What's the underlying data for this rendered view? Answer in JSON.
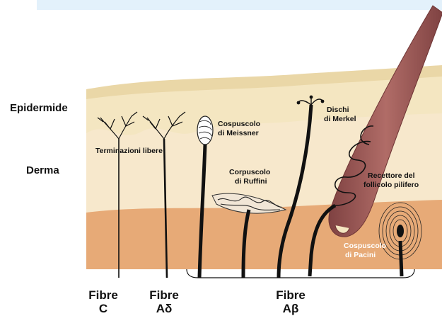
{
  "labels": {
    "epidermide": "Epidermide",
    "derma": "Derma",
    "terminazioni": "Terminazioni libere",
    "meissner_1": "Cospuscolo",
    "meissner_2": "di Meissner",
    "ruffini_1": "Corpuscolo",
    "ruffini_2": "di Ruffini",
    "merkel_1": "Dischi",
    "merkel_2": "di Merkel",
    "follicle_1": "Recettore del",
    "follicle_2": "follicolo pilifero",
    "pacini_1": "Cospuscolo",
    "pacini_2": "di Pacini"
  },
  "fibres": {
    "c_1": "Fibre",
    "c_2": "C",
    "ad_1": "Fibre",
    "ad_2": "Aδ",
    "ab_1": "Fibre",
    "ab_2": "Aβ"
  },
  "colors": {
    "top_band": "#e3f1fb",
    "epidermis_top": "#efe0b4",
    "epidermis_mid": "#f5e9c8",
    "dermis_upper": "#f6e4c4",
    "dermis_lower": "#e6a977",
    "hair": "#a15e5a"
  }
}
